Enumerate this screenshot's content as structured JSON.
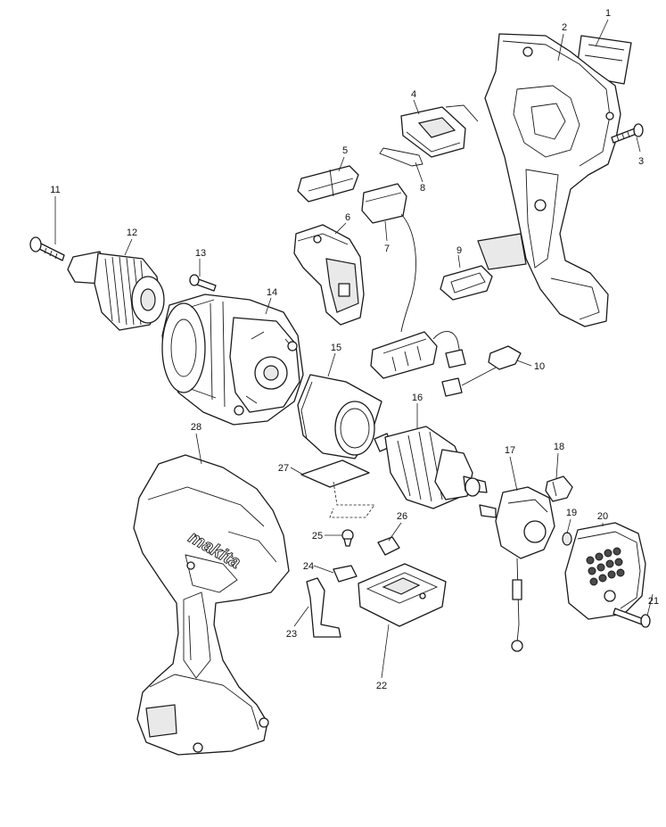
{
  "diagram": {
    "brand_mark": "makita",
    "callouts": [
      {
        "id": "callout-1",
        "label": "1"
      },
      {
        "id": "callout-2",
        "label": "2"
      },
      {
        "id": "callout-3",
        "label": "3"
      },
      {
        "id": "callout-4",
        "label": "4"
      },
      {
        "id": "callout-5",
        "label": "5"
      },
      {
        "id": "callout-6",
        "label": "6"
      },
      {
        "id": "callout-7",
        "label": "7"
      },
      {
        "id": "callout-8",
        "label": "8"
      },
      {
        "id": "callout-9",
        "label": "9"
      },
      {
        "id": "callout-10",
        "label": "10"
      },
      {
        "id": "callout-11",
        "label": "11"
      },
      {
        "id": "callout-12",
        "label": "12"
      },
      {
        "id": "callout-13",
        "label": "13"
      },
      {
        "id": "callout-14",
        "label": "14"
      },
      {
        "id": "callout-15",
        "label": "15"
      },
      {
        "id": "callout-16",
        "label": "16"
      },
      {
        "id": "callout-17",
        "label": "17"
      },
      {
        "id": "callout-18",
        "label": "18"
      },
      {
        "id": "callout-19",
        "label": "19"
      },
      {
        "id": "callout-20",
        "label": "20"
      },
      {
        "id": "callout-21",
        "label": "21"
      },
      {
        "id": "callout-22",
        "label": "22"
      },
      {
        "id": "callout-23",
        "label": "23"
      },
      {
        "id": "callout-24",
        "label": "24"
      },
      {
        "id": "callout-25",
        "label": "25"
      },
      {
        "id": "callout-26",
        "label": "26"
      },
      {
        "id": "callout-27",
        "label": "27"
      },
      {
        "id": "callout-28",
        "label": "28"
      }
    ]
  }
}
